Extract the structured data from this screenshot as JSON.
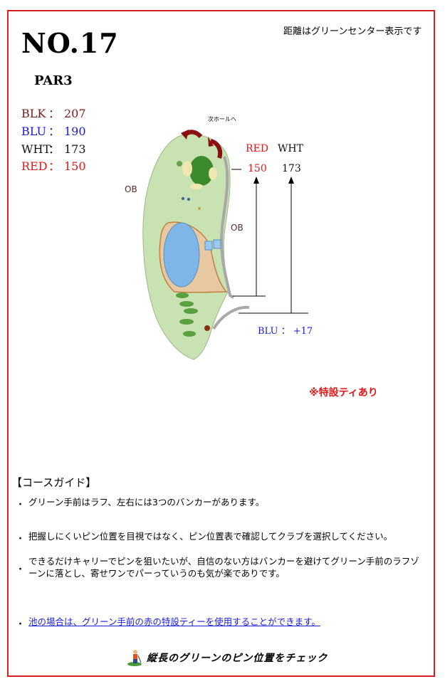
{
  "header": {
    "hole_number": "NO.17",
    "distance_note": "距離はグリーンセンター表示です",
    "par": "PAR3"
  },
  "distances": [
    {
      "tee": "BLK",
      "colon": "：",
      "yards": "207",
      "color": "#7a1a1a"
    },
    {
      "tee": "BLU",
      "colon": "：",
      "yards": "190",
      "color": "#1a1ad6"
    },
    {
      "tee": "WHT",
      "colon": "：",
      "yards": "173",
      "color": "#111111"
    },
    {
      "tee": "RED",
      "colon": "：",
      "yards": "150",
      "color": "#e01818"
    }
  ],
  "map": {
    "ob_left": "OB",
    "ob_right": "OB",
    "next_hole": "次ホールへ",
    "red_label": "RED",
    "red_value": "150",
    "wht_label": "WHT",
    "wht_value": "173",
    "blu_note": "BLU ： +17"
  },
  "special_tee": "※特設ティあり",
  "guide": {
    "title": "【コースガイド】",
    "bullet": "・",
    "items": [
      "グリーン手前はラフ、左右には3つのバンカーがあります。",
      "把握しにくいピン位置を目視ではなく、ピン位置表で確認してクラブを選択してください。",
      "できるだけキャリーでピンを狙いたいが、自信のない方はバンカーを避けてグリーン手前のラフゾーンに落とし、寄せワンでパーっていうのも気が楽でありです。",
      "池の場合は、グリーン手前の赤の特設ティーを使用することができます。"
    ]
  },
  "pin_check": "縦長のグリーンのピン位置をチェック",
  "colors": {
    "frame": "#d62020",
    "fairway": "#c9e2b2",
    "green": "#3d8a2e",
    "water": "#7fb6e8",
    "arrow": "#8a1010"
  }
}
